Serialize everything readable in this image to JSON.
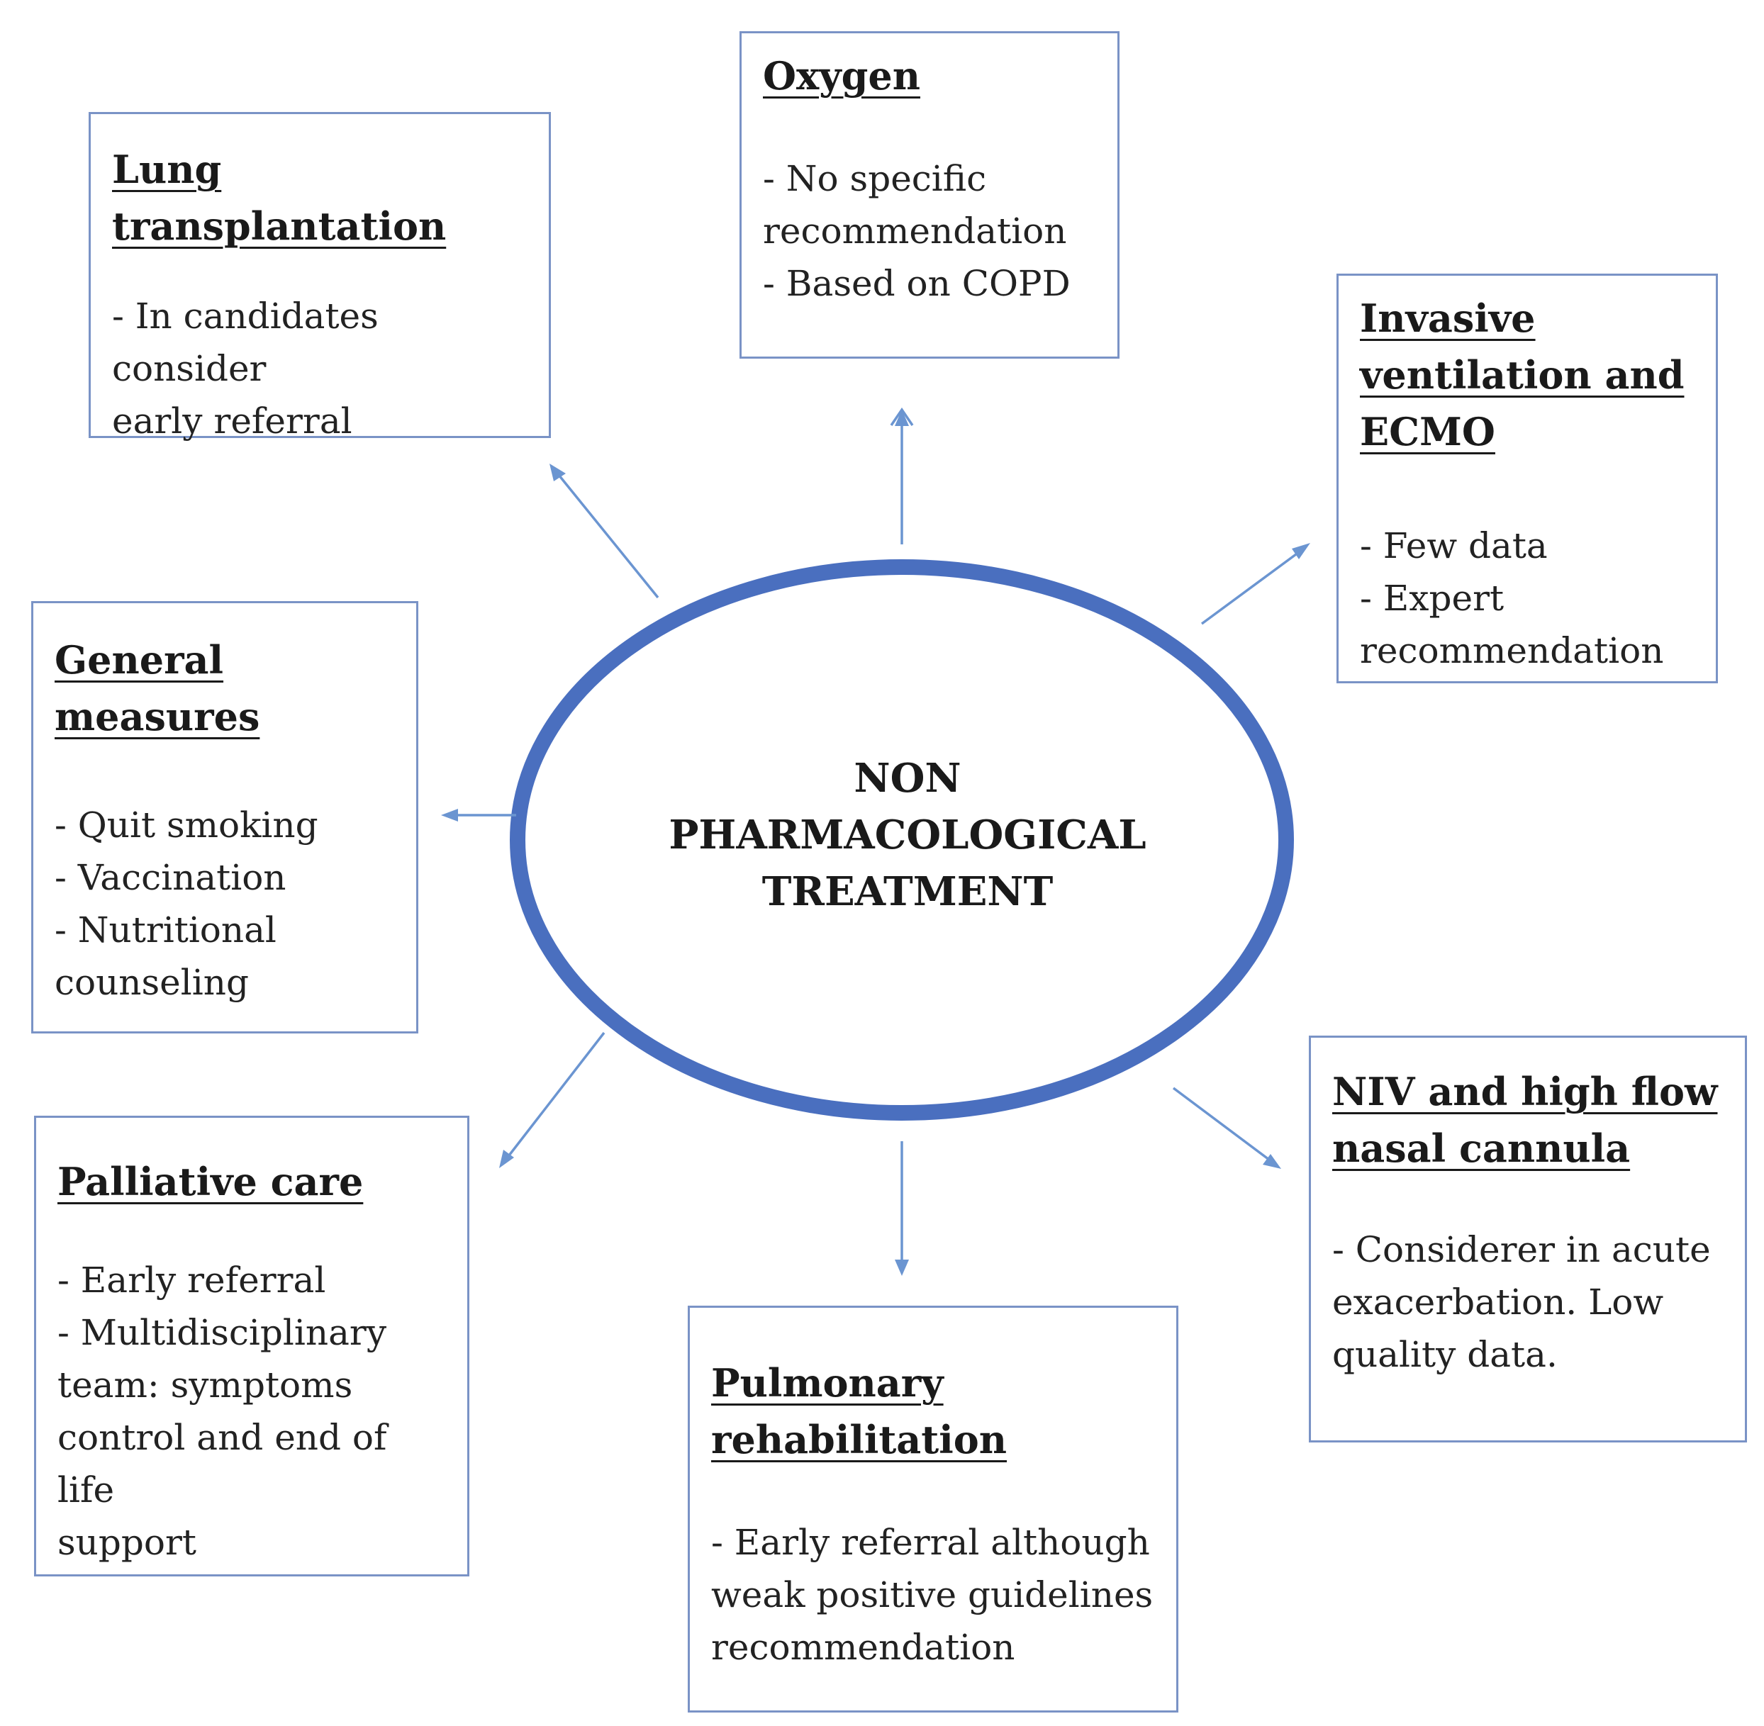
{
  "center": {
    "lines": [
      "NON",
      "PHARMACOLOGICAL",
      "TREATMENT"
    ]
  },
  "boxes": {
    "lung": {
      "title": "Lung transplantation",
      "items": [
        "- In candidates consider",
        "early referral"
      ]
    },
    "oxygen": {
      "title": "Oxygen",
      "items": [
        "- No specific",
        "recommendation",
        "- Based on COPD"
      ]
    },
    "invasive": {
      "title_lines": [
        "Invasive",
        "ventilation and",
        "ECMO"
      ],
      "items": [
        "- Few data",
        "- Expert",
        "recommendation"
      ]
    },
    "general": {
      "title_lines": [
        "General",
        "measures"
      ],
      "items": [
        "- Quit smoking",
        "- Vaccination",
        "- Nutritional",
        "counseling"
      ]
    },
    "niv": {
      "title_lines": [
        "NIV and high flow",
        "nasal cannula"
      ],
      "items": [
        "- Considerer in acute",
        "exacerbation. Low",
        "quality data."
      ]
    },
    "palliative": {
      "title": "Palliative care",
      "items": [
        "- Early referral",
        "- Multidisciplinary",
        "team: symptoms",
        "control and end of life",
        "support"
      ]
    },
    "pulmonary": {
      "title_lines": [
        "Pulmonary",
        "rehabilitation"
      ],
      "items": [
        "- Early referral although",
        "weak positive guidelines",
        "recommendation"
      ]
    }
  },
  "colors": {
    "ellipse": "#4a6fbf",
    "arrow": "#6b95d1",
    "box_border": "#7a93c6"
  }
}
